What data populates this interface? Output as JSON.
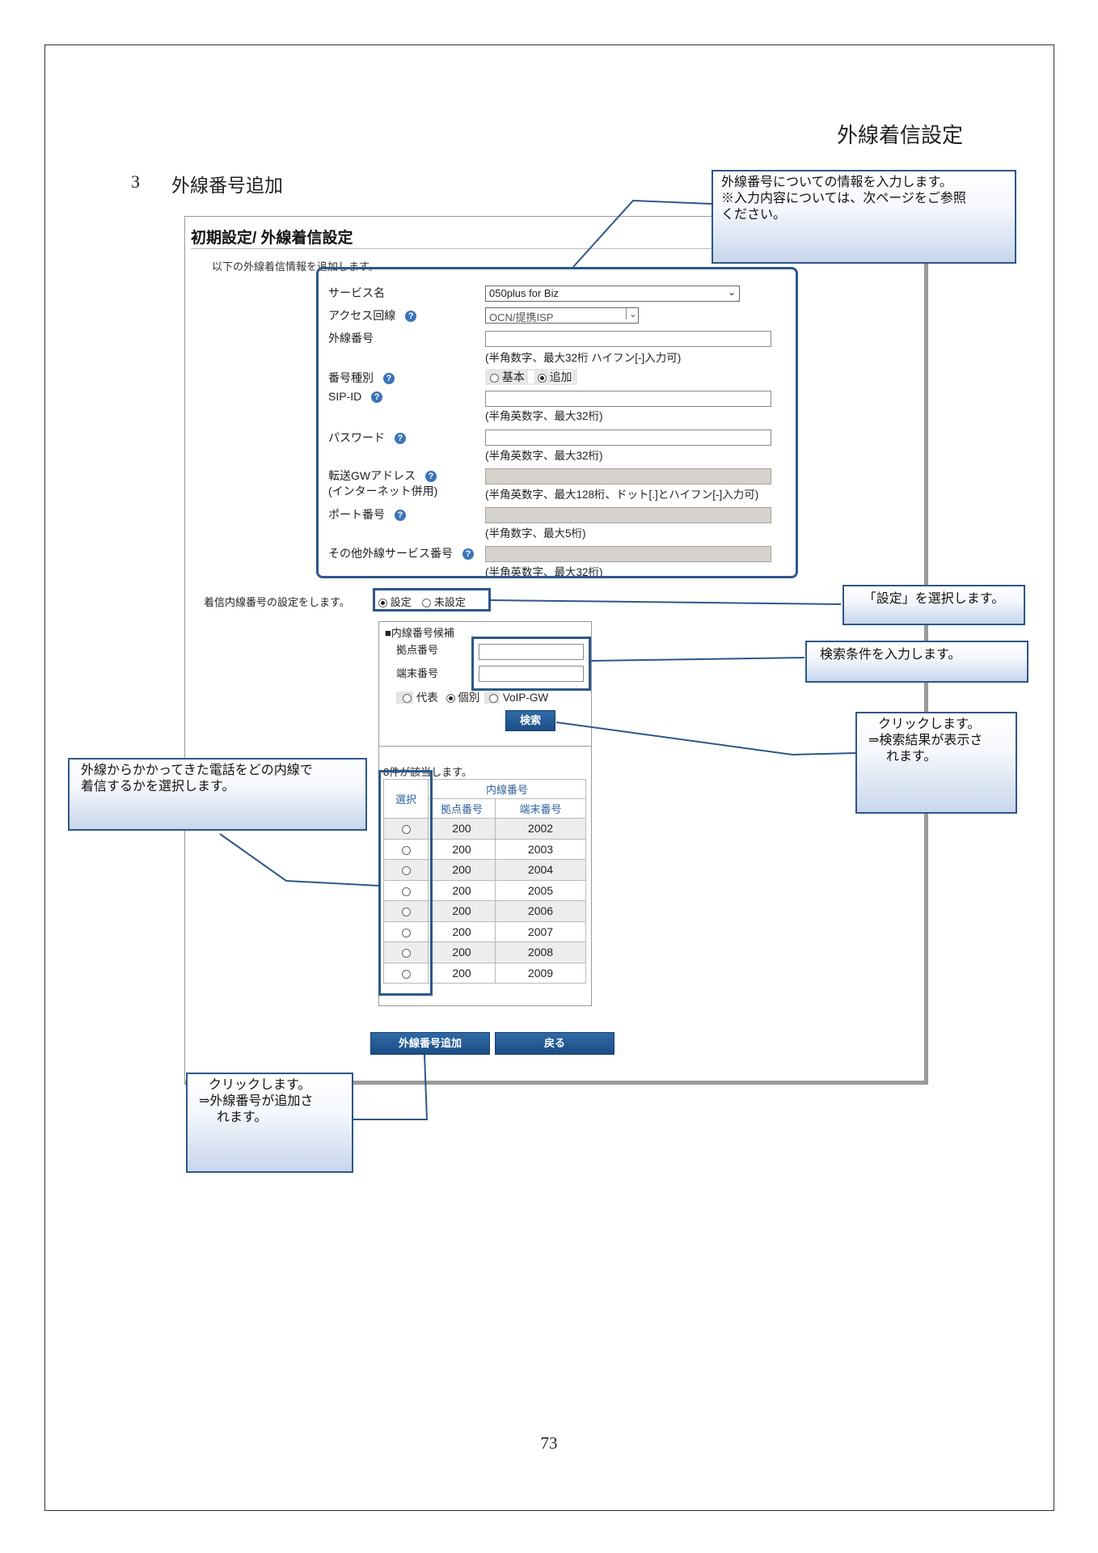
{
  "page": {
    "header_title": "外線着信設定",
    "section_number": "3",
    "section_title": "外線番号追加",
    "page_number": "73"
  },
  "panel": {
    "title": "初期設定/ 外線着信設定",
    "intro": "以下の外線着信情報を追加します。"
  },
  "form": {
    "service_label": "サービス名",
    "service_value": "050plus for Biz",
    "access_label": "アクセス回線",
    "access_value": "OCN/提携ISP",
    "number_label": "外線番号",
    "number_hint": "(半角数字、最大32桁 ハイフン[-]入力可)",
    "type_label": "番号種別",
    "type_basic": "基本",
    "type_add": "追加",
    "sip_label": "SIP-ID",
    "sip_hint": "(半角英数字、最大32桁)",
    "password_label": "パスワード",
    "password_hint": "(半角英数字、最大32桁)",
    "gw_label_1": "転送GWアドレス",
    "gw_label_2": "(インターネット併用)",
    "gw_hint": "(半角英数字、最大128桁、ドット[.]とハイフン[-]入力可)",
    "port_label": "ポート番号",
    "port_hint": "(半角数字、最大5桁)",
    "other_label": "その他外線サービス番号",
    "other_hint": "(半角英数字、最大32桁)",
    "help_glyph": "?"
  },
  "incoming": {
    "label": "着信内線番号の設定をします。",
    "opt_set": "設定",
    "opt_unset": "未設定"
  },
  "search": {
    "heading": "■内線番号候補",
    "site_label": "拠点番号",
    "terminal_label": "端末番号",
    "opt_rep": "代表",
    "opt_indiv": "個別",
    "opt_voip": "VoIP-GW",
    "button": "検索",
    "result_count": "8件が該当します。"
  },
  "results": {
    "select_header": "選択",
    "ext_header": "内線番号",
    "site_header": "拠点番号",
    "terminal_header": "端末番号",
    "rows": [
      {
        "site": "200",
        "terminal": "2002"
      },
      {
        "site": "200",
        "terminal": "2003"
      },
      {
        "site": "200",
        "terminal": "2004"
      },
      {
        "site": "200",
        "terminal": "2005"
      },
      {
        "site": "200",
        "terminal": "2006"
      },
      {
        "site": "200",
        "terminal": "2007"
      },
      {
        "site": "200",
        "terminal": "2008"
      },
      {
        "site": "200",
        "terminal": "2009"
      }
    ]
  },
  "buttons": {
    "add": "外線番号追加",
    "back": "戻る"
  },
  "callouts": {
    "info_1": "外線番号についての情報を入力します。",
    "info_2": "※入力内容については、次ページをご参照",
    "info_3": "ください。",
    "set": "「設定」を選択します。",
    "search_cond": "検索条件を入力します。",
    "click_search_1": "クリックします。",
    "click_search_2": "⇒検索結果が表示さ",
    "click_search_3": "れます。",
    "select_ext_1": "外線からかかってきた電話をどの内線で",
    "select_ext_2": "着信するかを選択します。",
    "click_add_1": "クリックします。",
    "click_add_2": "⇒外線番号が追加さ",
    "click_add_3": "れます。"
  },
  "colors": {
    "frame": "#2e5788",
    "button": "#1d4e85",
    "help_icon": "#3b73b9",
    "disabled_field": "#d6d2cd"
  }
}
